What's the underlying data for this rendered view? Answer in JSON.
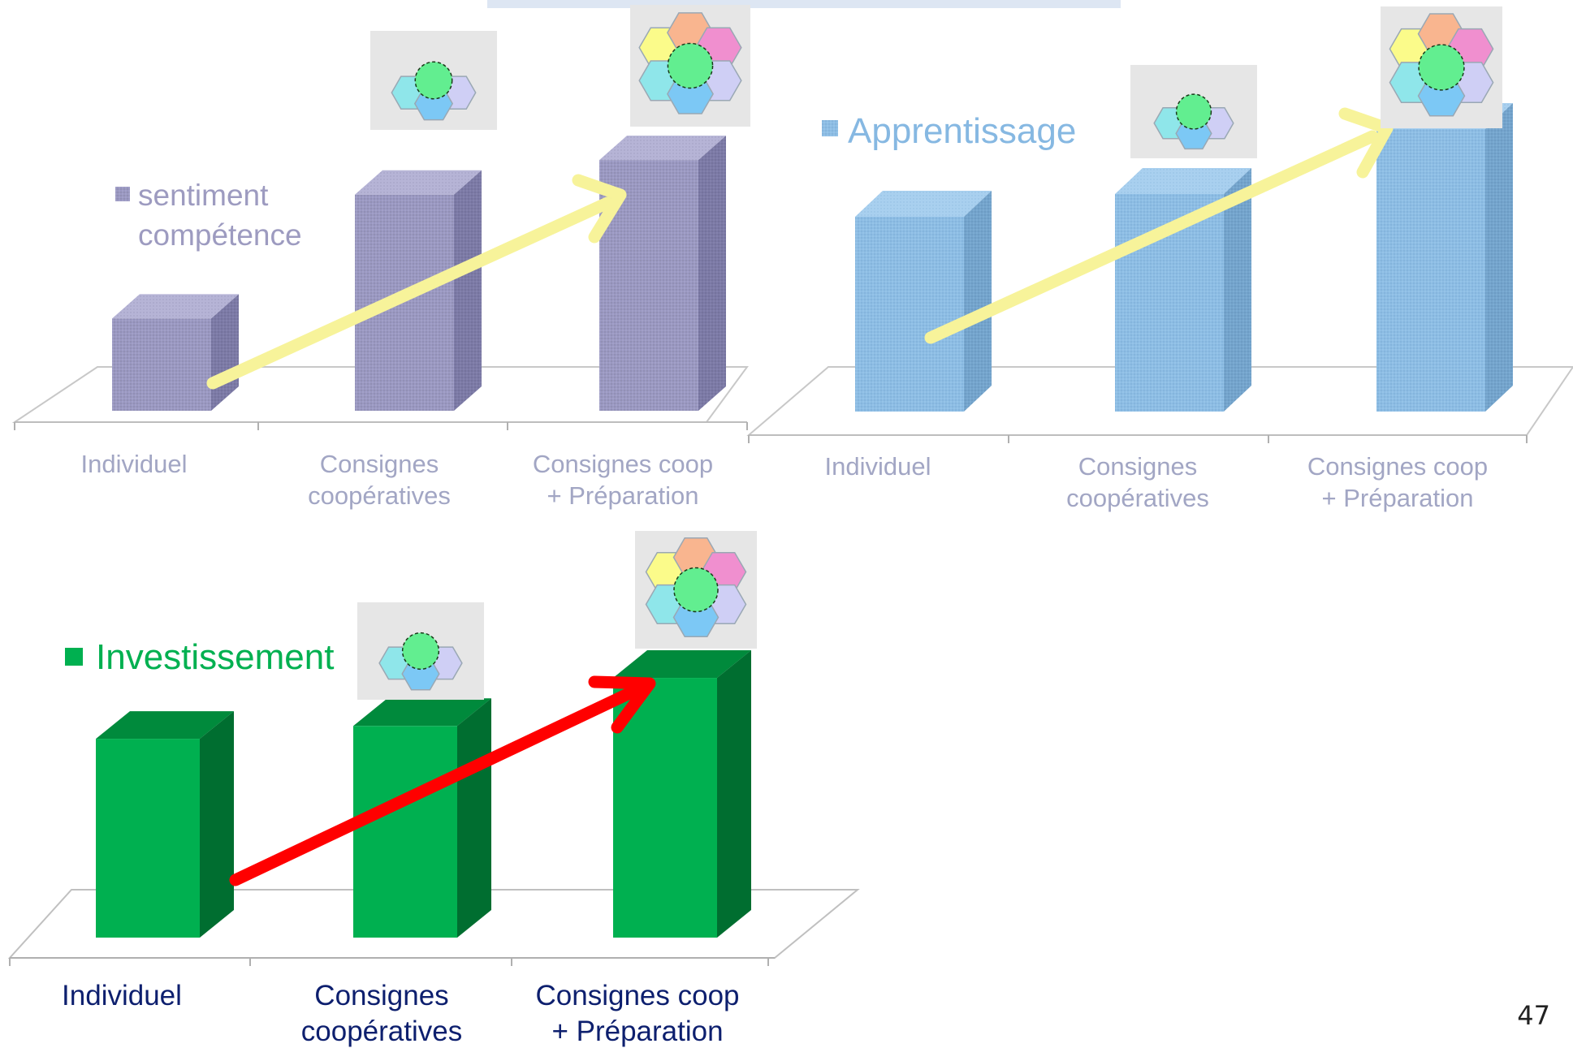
{
  "colors": {
    "purple_face": "#9a98c2",
    "purple_side": "#7c7aa6",
    "purple_top": "#b6b4d6",
    "purple_text": "#9d9bc0",
    "blue_face": "#8dbde4",
    "blue_side": "#74a4cc",
    "blue_top": "#a9d0ef",
    "blue_text": "#86b8e2",
    "green_face": "#00b050",
    "green_side": "#006e30",
    "green_top": "#008a3c",
    "navy_text": "#0d1f6e",
    "arrow_pale": "#f7f39a",
    "arrow_red": "#ff0000",
    "faded_label": "#a2a6c4"
  },
  "icons": [
    "puzzle-three-pieces-icon",
    "puzzle-six-pieces-icon"
  ],
  "page_number": "47",
  "chart_data": [
    {
      "type": "bar",
      "legend": "sentiment compétence",
      "legend_lines": [
        "sentiment",
        "compétence"
      ],
      "categories": [
        "Individuel",
        "Consignes coopératives",
        "Consignes coop + Préparation"
      ],
      "category_lines": [
        [
          "Individuel"
        ],
        [
          "Consignes",
          "coopératives"
        ],
        [
          "Consignes coop",
          "+ Préparation"
        ]
      ],
      "values": [
        3.2,
        7.5,
        8.7
      ],
      "ylim": [
        0,
        10
      ],
      "trend": "increasing"
    },
    {
      "type": "bar",
      "legend": "Apprentissage",
      "categories": [
        "Individuel",
        "Consignes coopératives",
        "Consignes coop + Préparation"
      ],
      "category_lines": [
        [
          "Individuel"
        ],
        [
          "Consignes",
          "coopératives"
        ],
        [
          "Consignes coop",
          "+ Préparation"
        ]
      ],
      "values": [
        6.0,
        6.7,
        8.7
      ],
      "ylim": [
        0,
        10
      ],
      "trend": "increasing"
    },
    {
      "type": "bar",
      "legend": "Investissement",
      "categories": [
        "Individuel",
        "Consignes coopératives",
        "Consignes coop + Préparation"
      ],
      "category_lines": [
        [
          "Individuel"
        ],
        [
          "Consignes",
          "coopératives"
        ],
        [
          "Consignes coop",
          "+ Préparation"
        ]
      ],
      "values": [
        6.2,
        6.6,
        8.1
      ],
      "ylim": [
        0,
        10
      ],
      "trend": "increasing"
    }
  ]
}
